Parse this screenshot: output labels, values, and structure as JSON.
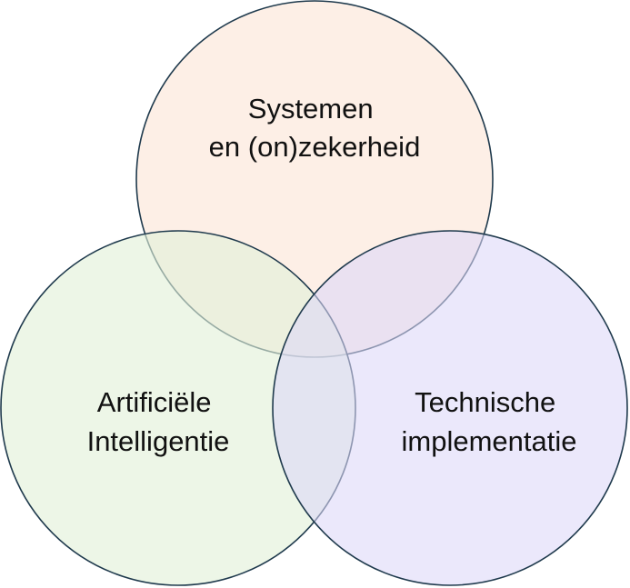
{
  "diagram": {
    "type": "venn",
    "sets": [
      {
        "id": "top",
        "lines": [
          "Systemen",
          "en (on)zekerheid"
        ],
        "fill": "#fbe5d6"
      },
      {
        "id": "left",
        "lines": [
          "Artificiële",
          "Intelligentie"
        ],
        "fill": "#e2f0d9"
      },
      {
        "id": "right",
        "lines": [
          "Technische",
          "implementatie"
        ],
        "fill": "#dcd8f8"
      }
    ],
    "outline_color": "#1f3a4d",
    "text_color": "#111111"
  }
}
